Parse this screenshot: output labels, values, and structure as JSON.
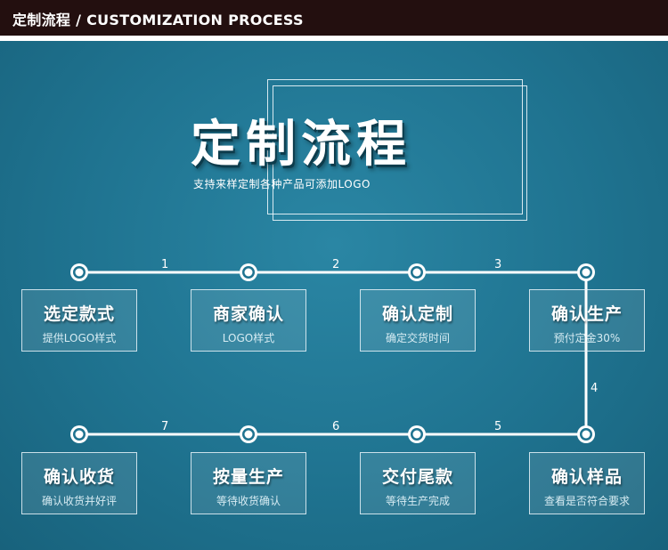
{
  "header": {
    "title": "定制流程 / CUSTOMIZATION PROCESS"
  },
  "hero": {
    "title": "定制流程",
    "subtitle": "支持来样定制各种产品可添加LOGO"
  },
  "connectors": [
    "1",
    "2",
    "3",
    "4",
    "5",
    "6",
    "7"
  ],
  "steps": [
    {
      "title": "选定款式",
      "sub": "提供LOGO样式"
    },
    {
      "title": "商家确认",
      "sub": "LOGO样式"
    },
    {
      "title": "确认定制",
      "sub": "确定交货时间"
    },
    {
      "title": "确认生产",
      "sub": "预付定金30%"
    },
    {
      "title": "确认样品",
      "sub": "查看是否符合要求"
    },
    {
      "title": "交付尾款",
      "sub": "等待生产完成"
    },
    {
      "title": "按量生产",
      "sub": "等待收货确认"
    },
    {
      "title": "确认收货",
      "sub": "确认收货并好评"
    }
  ],
  "colors": {
    "header_bg": "#230f0f",
    "panel_bg": "#1f7390",
    "line": "#ffffff"
  }
}
